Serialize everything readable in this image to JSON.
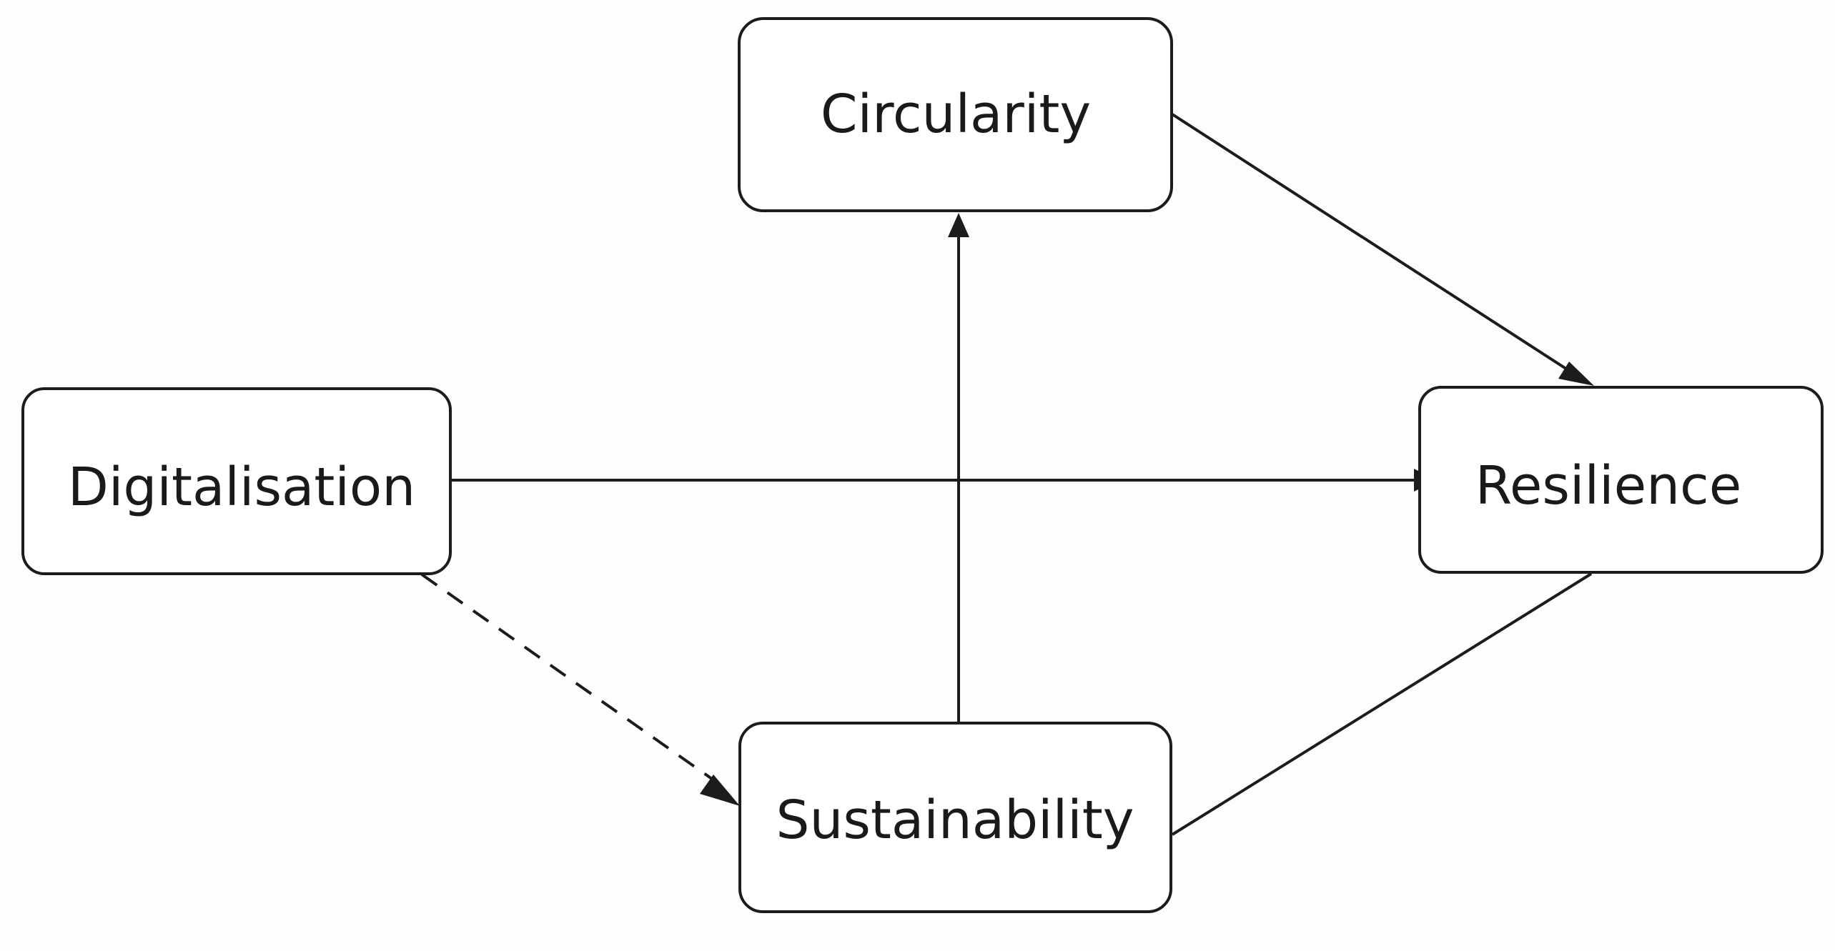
{
  "diagram": {
    "nodes": {
      "circularity": {
        "label": "Circularity"
      },
      "digitalisation": {
        "label": "Digitalisation"
      },
      "resilience": {
        "label": "Resilience"
      },
      "sustainability": {
        "label": "Sustainability"
      }
    },
    "edges": [
      {
        "from": "Digitalisation",
        "to": "Resilience",
        "style": "solid",
        "arrow": true
      },
      {
        "from": "Digitalisation",
        "to": "Sustainability",
        "style": "dashed",
        "arrow": true
      },
      {
        "from": "Sustainability",
        "to": "Circularity",
        "style": "solid",
        "arrow": true
      },
      {
        "from": "Circularity",
        "to": "Resilience",
        "style": "solid",
        "arrow": true
      },
      {
        "from": "Sustainability",
        "to": "Resilience",
        "style": "solid",
        "arrow": false
      }
    ],
    "colors": {
      "stroke": "#1c1c1c",
      "background": "#fdfdfd",
      "box_fill": "#ffffff",
      "text": "#1a1a1a"
    }
  }
}
